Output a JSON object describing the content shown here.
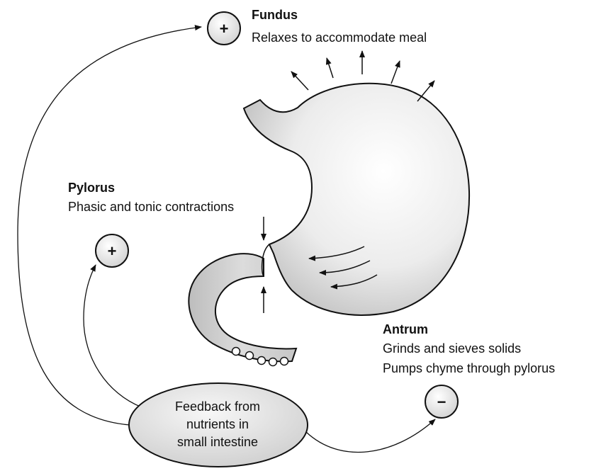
{
  "fundus": {
    "title": "Fundus",
    "description": "Relaxes to accommodate meal",
    "sign": "+"
  },
  "pylorus": {
    "title": "Pylorus",
    "description": "Phasic and tonic contractions",
    "sign": "+"
  },
  "antrum": {
    "title": "Antrum",
    "description_line1": "Grinds and sieves solids",
    "description_line2": "Pumps chyme through pylorus",
    "sign": "−"
  },
  "feedback": {
    "line1": "Feedback from",
    "line2": "nutrients in",
    "line3": "small intestine"
  },
  "colors": {
    "stroke": "#111111",
    "organ_light": "#f4f4f4",
    "organ_dark": "#b8b8b8"
  }
}
